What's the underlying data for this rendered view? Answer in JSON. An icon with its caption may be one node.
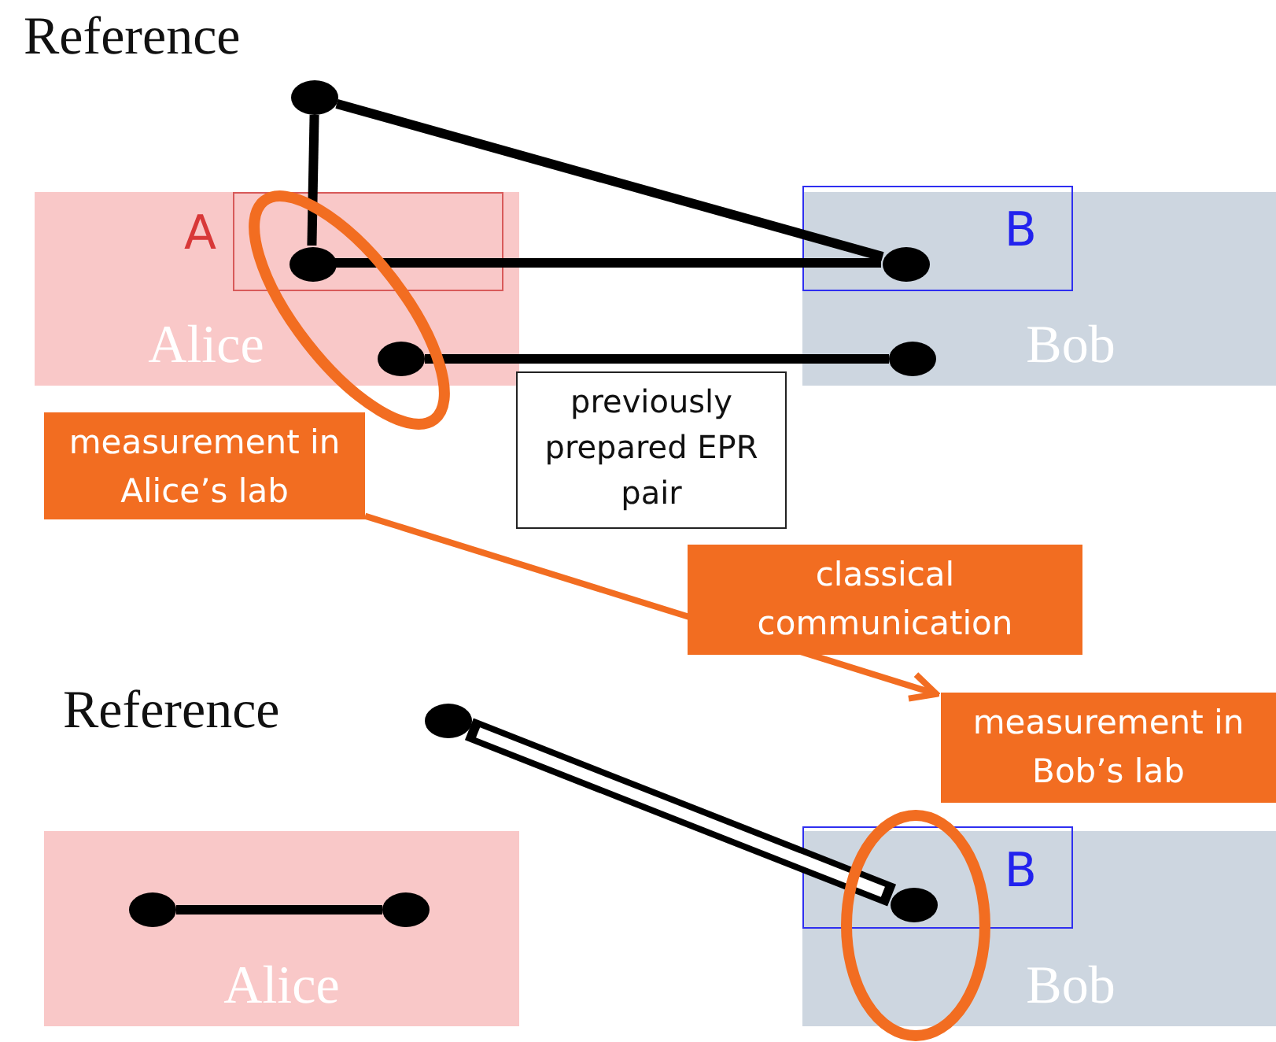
{
  "diagram": {
    "nodes": [
      {
        "text": [
          "Alice"
        ]
      },
      {
        "text": [
          "A"
        ],
        "in": 0
      },
      {
        "text": [
          "Bob"
        ]
      },
      {
        "text": [
          "B"
        ],
        "in": 2
      },
      {
        "text": [
          "previously prepared EPR pair"
        ]
      },
      {
        "text": [
          "measurement in Alice’s lab"
        ]
      },
      {
        "text": [
          "measurement in Bob’s lab"
        ]
      },
      {
        "text": [
          "Alice"
        ]
      },
      {
        "text": [
          "Bob"
        ]
      },
      {
        "text": [
          "B"
        ],
        "in": 8
      },
      {
        "text": [],
        "shape": "circle"
      },
      {
        "text": [],
        "shape": "circle",
        "in": 1
      },
      {
        "text": [],
        "shape": "circle",
        "in": 3
      },
      {
        "text": [],
        "shape": "circle",
        "in": 0
      },
      {
        "text": [],
        "shape": "circle",
        "in": 2
      },
      {
        "text": [],
        "shape": "circle"
      },
      {
        "text": [],
        "shape": "circle",
        "in": 9
      },
      {
        "text": [],
        "shape": "circle",
        "in": 7
      },
      {
        "text": [],
        "shape": "circle",
        "in": 7
      }
    ],
    "edges": [
      {
        "from": 10,
        "to": 11,
        "arrow": "none"
      },
      {
        "from": 10,
        "to": 12,
        "arrow": "none"
      },
      {
        "from": 11,
        "to": 12,
        "arrow": "none"
      },
      {
        "from": 13,
        "to": 14,
        "arrow": "none"
      },
      {
        "from": 5,
        "to": 6,
        "arrow": "to",
        "label": "classical communication",
        "color": "#f26d21"
      },
      {
        "from": 15,
        "to": 16,
        "arrow": "none",
        "style": "thick"
      },
      {
        "from": 17,
        "to": 18,
        "arrow": "none"
      }
    ],
    "labels": [
      "Reference",
      "Reference"
    ]
  }
}
